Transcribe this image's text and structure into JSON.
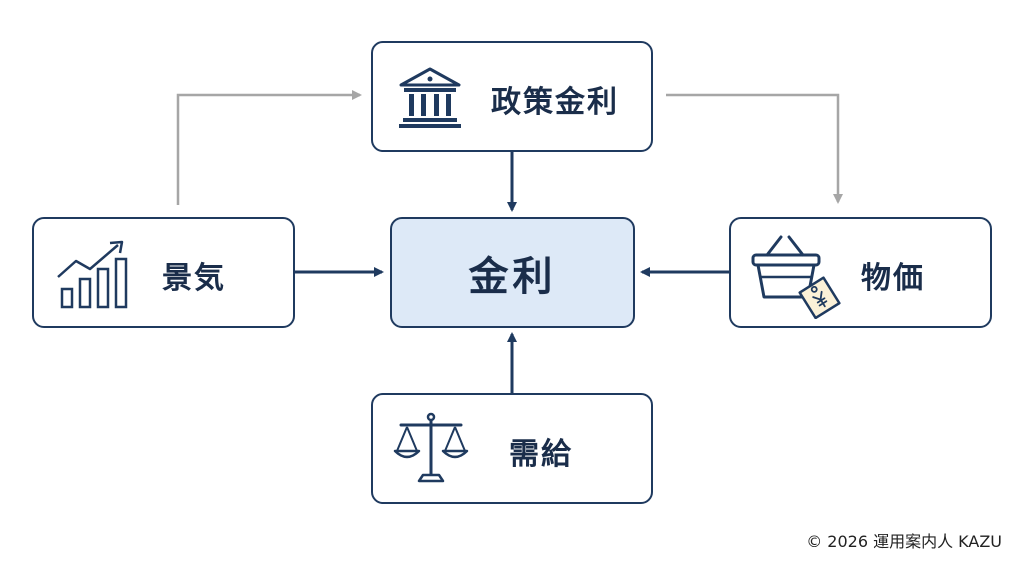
{
  "nodes": {
    "policy_rate": {
      "label": "政策金利",
      "icon": "bank-building-icon"
    },
    "economy": {
      "label": "景気",
      "icon": "rising-bar-chart-icon"
    },
    "interest_rate": {
      "label": "金利"
    },
    "prices": {
      "label": "物価",
      "icon": "shopping-basket-yen-tag-icon"
    },
    "supply_demand": {
      "label": "需給",
      "icon": "balance-scale-icon"
    }
  },
  "edges": [
    {
      "from": "policy_rate",
      "to": "interest_rate",
      "style": "solid"
    },
    {
      "from": "economy",
      "to": "interest_rate",
      "style": "solid"
    },
    {
      "from": "prices",
      "to": "interest_rate",
      "style": "solid"
    },
    {
      "from": "supply_demand",
      "to": "interest_rate",
      "style": "solid"
    },
    {
      "from": "economy",
      "to": "policy_rate",
      "style": "gray"
    },
    {
      "from": "policy_rate",
      "to": "prices",
      "style": "gray"
    }
  ],
  "colors": {
    "primary": "#1f3a5f",
    "center_fill": "#dde9f7",
    "secondary_arrow": "#a6a6a6",
    "yen_tag": "#fbf1d8"
  },
  "footer": {
    "copyright": "© 2026 運用案内人 KAZU"
  }
}
